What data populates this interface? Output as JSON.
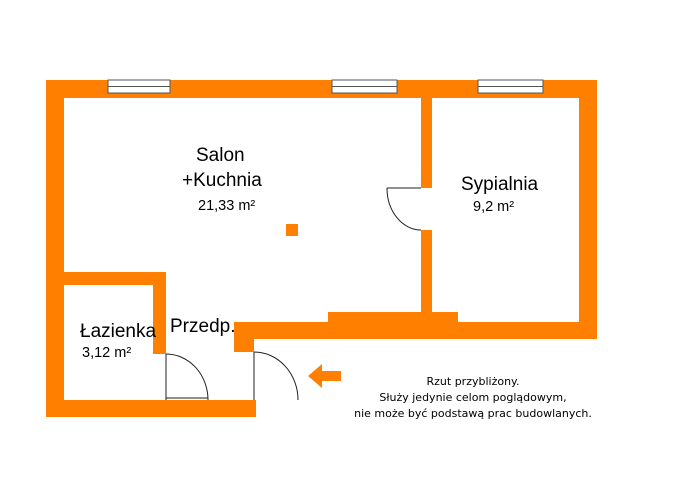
{
  "colors": {
    "wall": "#ff8000",
    "background": "#ffffff",
    "window_fill": "#ffffff",
    "window_line": "#555555",
    "door_line": "#222222"
  },
  "rooms": {
    "salon": {
      "name_line1": "Salon",
      "name_line2": "+Kuchnia",
      "area": "21,33 m²"
    },
    "sypialnia": {
      "name": "Sypialnia",
      "area": "9,2 m²"
    },
    "lazienka": {
      "name": "Łazienka",
      "area": "3,12 m²"
    },
    "przedpokoj": {
      "name": "Przedp."
    }
  },
  "note": {
    "line1": "Rzut przybliżony.",
    "line2": "Służy jedynie celom poglądowym,",
    "line3": "nie może być podstawą prac budowlanych."
  },
  "icons": {
    "entrance": "left-arrow-icon"
  }
}
